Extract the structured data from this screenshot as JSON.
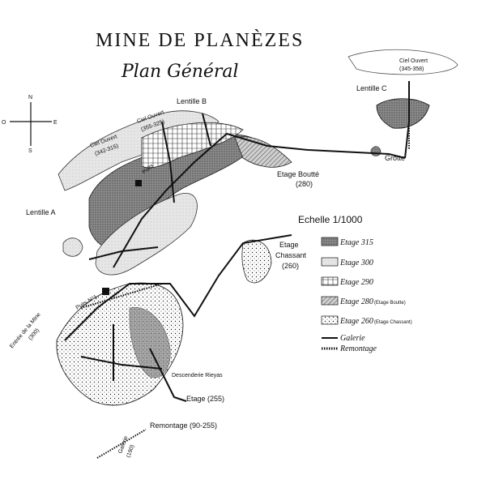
{
  "title": "MINE DE PLANÈZES",
  "subtitle": "Plan Général",
  "compass": {
    "n": "N",
    "s": "S",
    "e": "E",
    "o": "O"
  },
  "labels": {
    "lentille_a": "Lentille A",
    "lentille_b": "Lentille B",
    "lentille_c": "Lentille C",
    "ciel_ouvert_1": "Ciel Ouvert",
    "ciel_ouvert_1_levels": "(342-315)",
    "ciel_ouvert_2": "Ciel Ouvert",
    "ciel_ouvert_2_levels": "(355-325)",
    "ciel_ouvert_3": "Ciel Ouvert",
    "ciel_ouvert_3_levels": "(345-358)",
    "grotte": "Grotte",
    "etage_boutte": "Etage Boutté",
    "etage_boutte_level": "(280)",
    "etage_chassant": "Etage",
    "etage_chassant_2": "Chassant",
    "etage_chassant_level": "(260)",
    "puits_1": "Puits",
    "puits_2": "Puits N°1",
    "entree": "Entrée de la Mine",
    "entree_level": "(300)",
    "descenderie": "Descenderie Rieyas",
    "etage_255": "Etage (255)",
    "remontage": "Remontage (90-255)",
    "galerie_190": "Galerie",
    "galerie_190_level": "(190)"
  },
  "legend": {
    "scale": "Echelle 1/1000",
    "items": [
      {
        "label": "Etage 315",
        "note": "",
        "pattern": "dense"
      },
      {
        "label": "Etage 300",
        "note": "",
        "pattern": "light"
      },
      {
        "label": "Etage 290",
        "note": "",
        "pattern": "cross"
      },
      {
        "label": "Etage 280",
        "note": "(Etage Boutte)",
        "pattern": "hatch"
      },
      {
        "label": "Etage 260",
        "note": "(Etage Chassant)",
        "pattern": "dots"
      },
      {
        "label": "Galerie",
        "note": "",
        "pattern": "line"
      },
      {
        "label": "Remontage",
        "note": "",
        "pattern": "ticks"
      }
    ]
  },
  "colors": {
    "ink": "#111111",
    "paper": "#ffffff"
  }
}
